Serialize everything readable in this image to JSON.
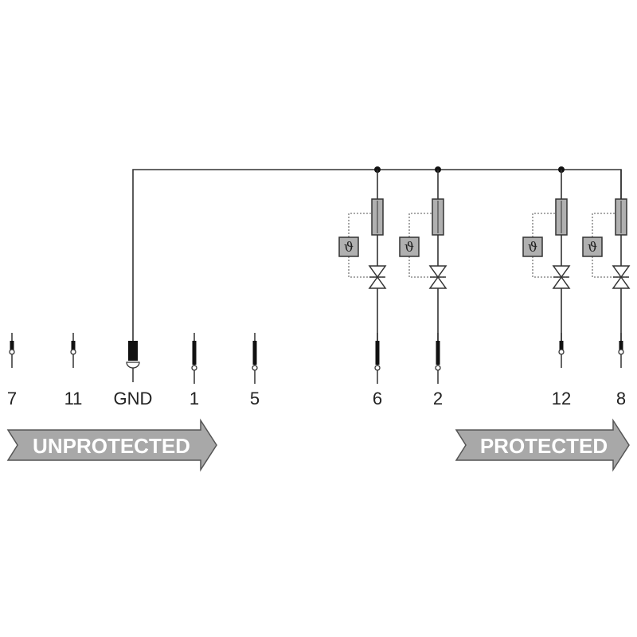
{
  "terminals": {
    "unprotected": [
      {
        "label": "7",
        "style": "small"
      },
      {
        "label": "11",
        "style": "small"
      },
      {
        "label": "GND",
        "style": "ground"
      },
      {
        "label": "1",
        "style": "long"
      },
      {
        "label": "5",
        "style": "long"
      }
    ],
    "protected": [
      {
        "label": "6",
        "style": "long"
      },
      {
        "label": "2",
        "style": "long"
      },
      {
        "label": "12",
        "style": "small"
      },
      {
        "label": "8",
        "style": "small"
      }
    ]
  },
  "thermal_symbol": "ϑ",
  "arrows": {
    "unprotected": "UNPROTECTED",
    "protected": "PROTECTED"
  },
  "colors": {
    "line": "#333333",
    "component_fill": "#b0b0b0",
    "arrow_fill": "#a8a8a8"
  }
}
